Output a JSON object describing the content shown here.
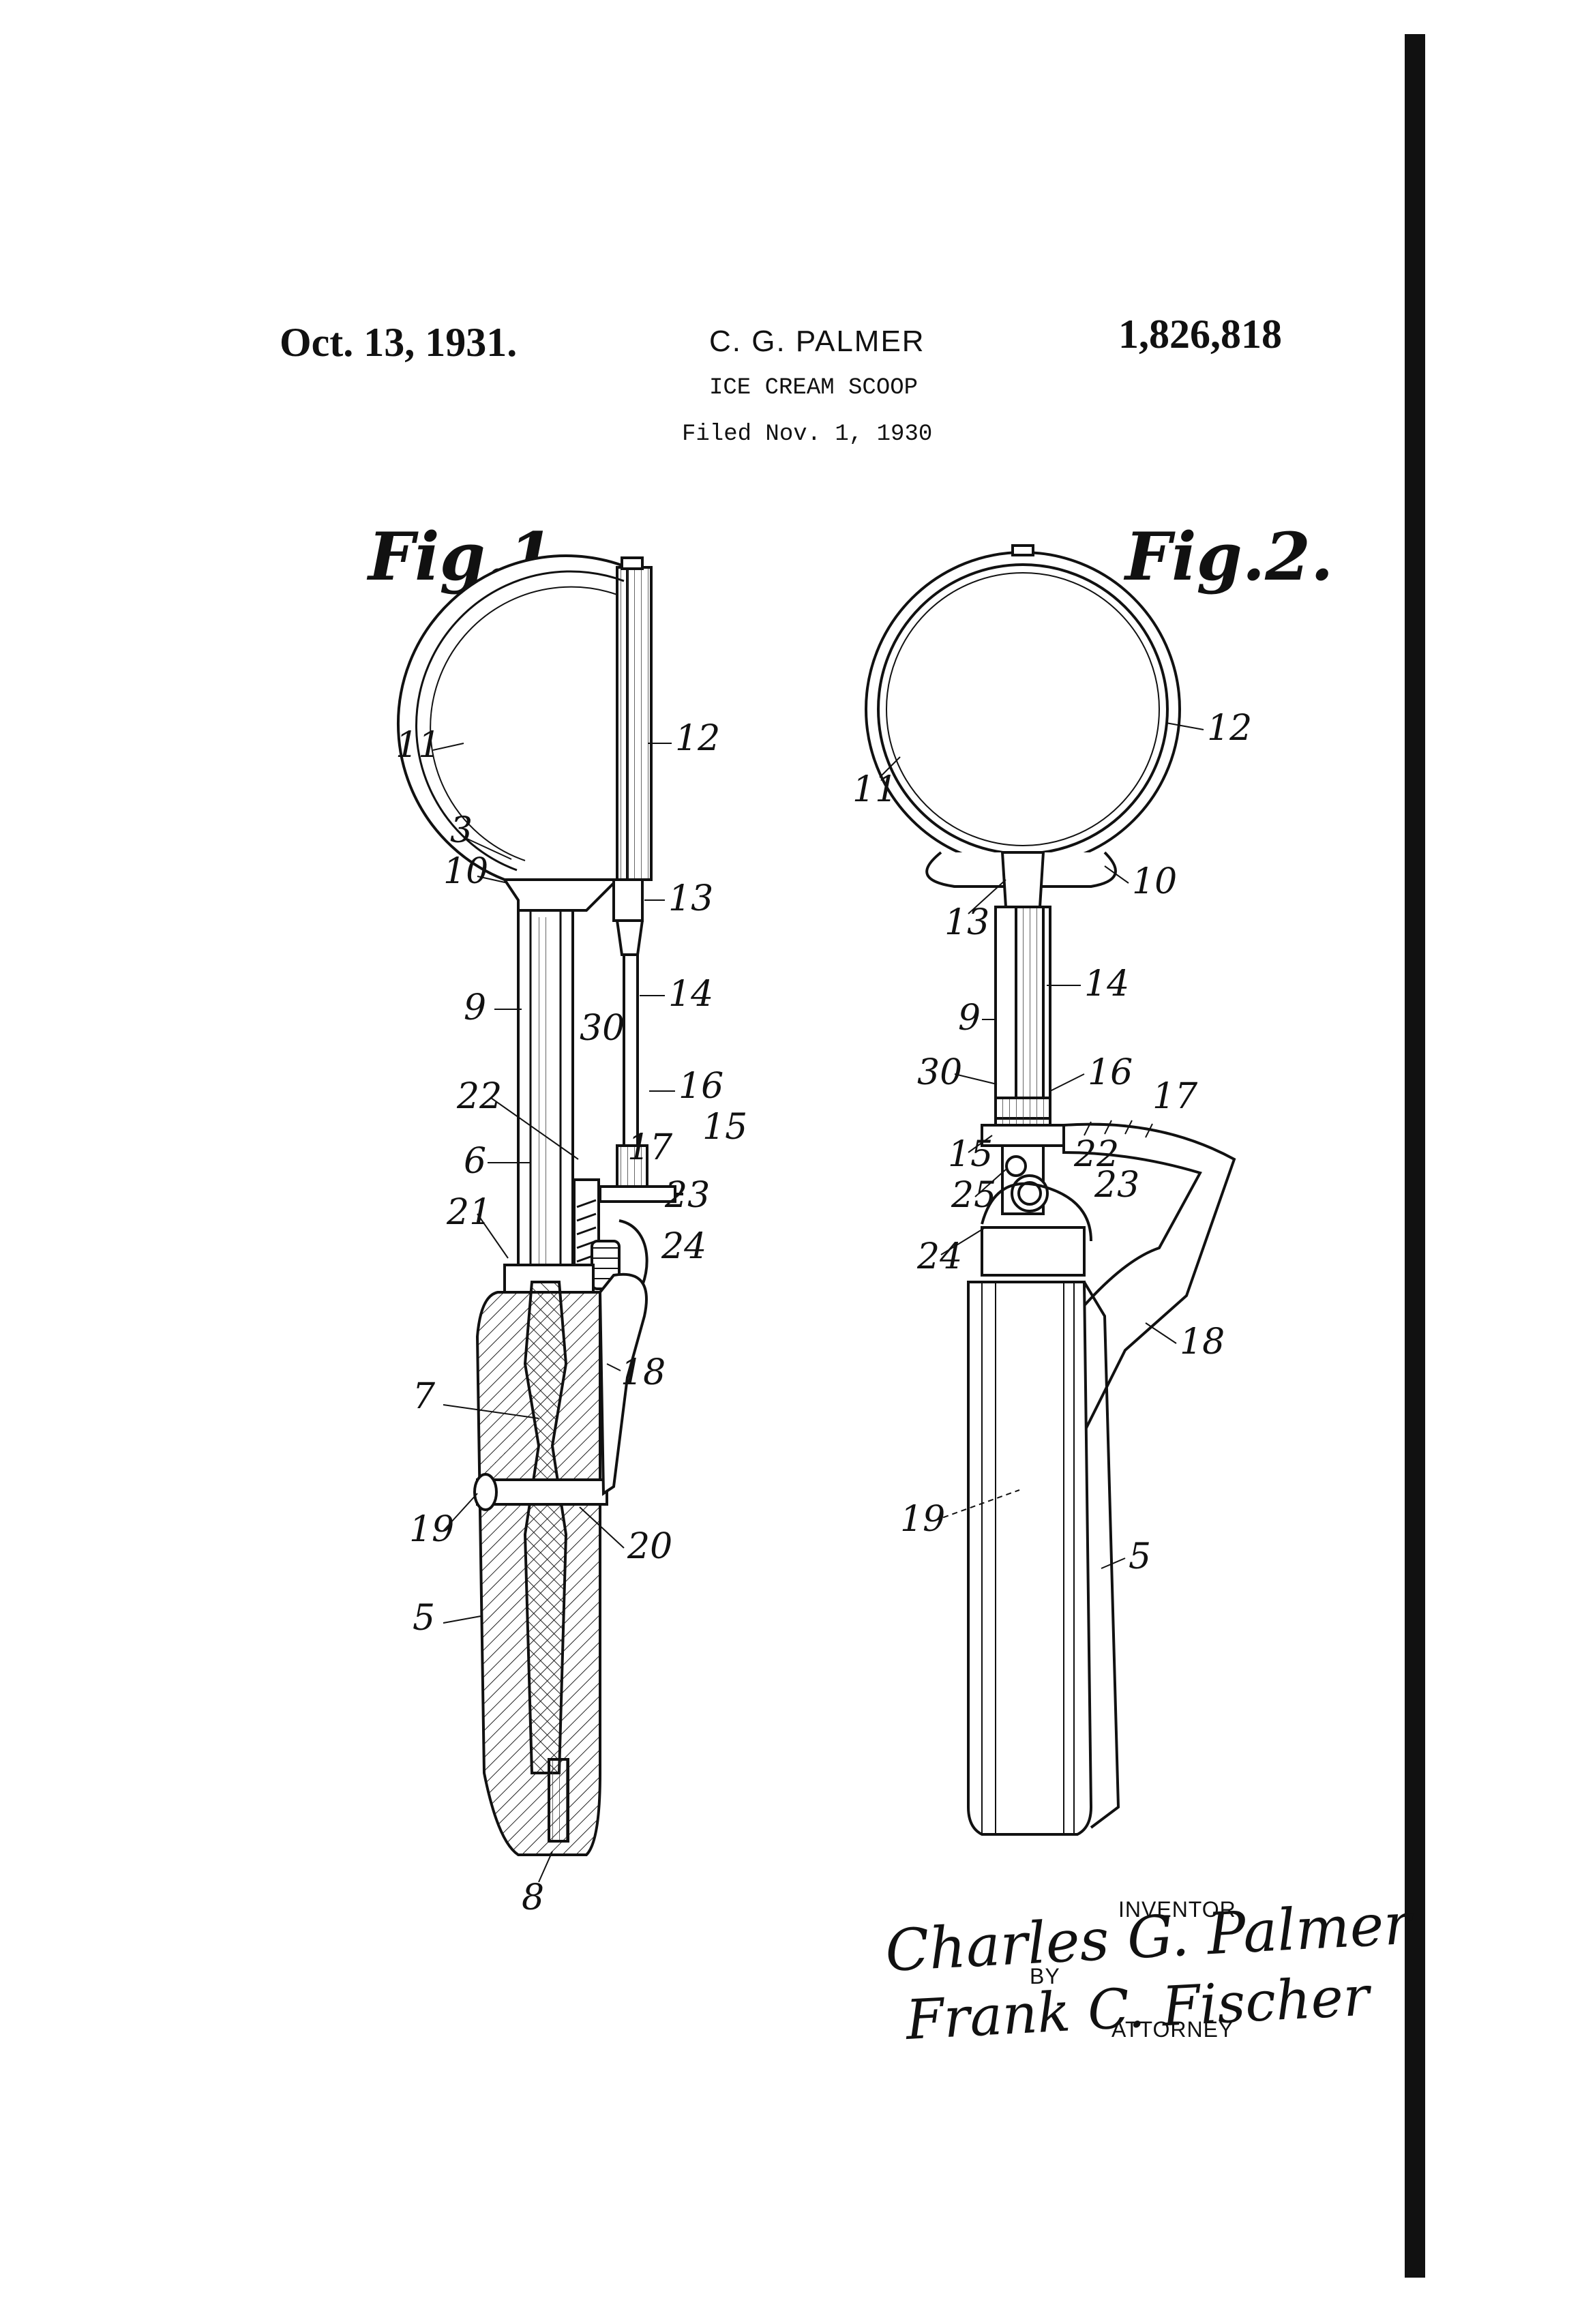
{
  "header": {
    "date": "Oct. 13, 1931.",
    "inventor_name": "C. G. PALMER",
    "patent_number": "1,826,818",
    "title": "ICE CREAM SCOOP",
    "filed": "Filed Nov. 1, 1930"
  },
  "figures": {
    "fig1_label": "Fig.1.",
    "fig2_label": "Fig.2.",
    "fig1_refs": {
      "r3": "3",
      "r5": "5",
      "r6": "6",
      "r7": "7",
      "r8": "8",
      "r9": "9",
      "r10": "10",
      "r11": "11",
      "r12": "12",
      "r13": "13",
      "r14": "14",
      "r15": "15",
      "r16": "16",
      "r17": "17",
      "r18": "18",
      "r19": "19",
      "r20": "20",
      "r21": "21",
      "r22": "22",
      "r23": "23",
      "r24": "24",
      "r30": "30"
    },
    "fig2_refs": {
      "r5": "5",
      "r9": "9",
      "r10": "10",
      "r11": "11",
      "r12": "12",
      "r13": "13",
      "r14": "14",
      "r15": "15",
      "r16": "16",
      "r17": "17",
      "r18": "18",
      "r19": "19",
      "r22": "22",
      "r23": "23",
      "r24": "24",
      "r25": "25",
      "r30": "30"
    }
  },
  "signature": {
    "inventor_label": "INVENTOR",
    "inventor_signature": "Charles G. Palmer",
    "by_label": "BY",
    "attorney_signature": "Frank C. Fischer",
    "attorney_label": "ATTORNEY"
  }
}
